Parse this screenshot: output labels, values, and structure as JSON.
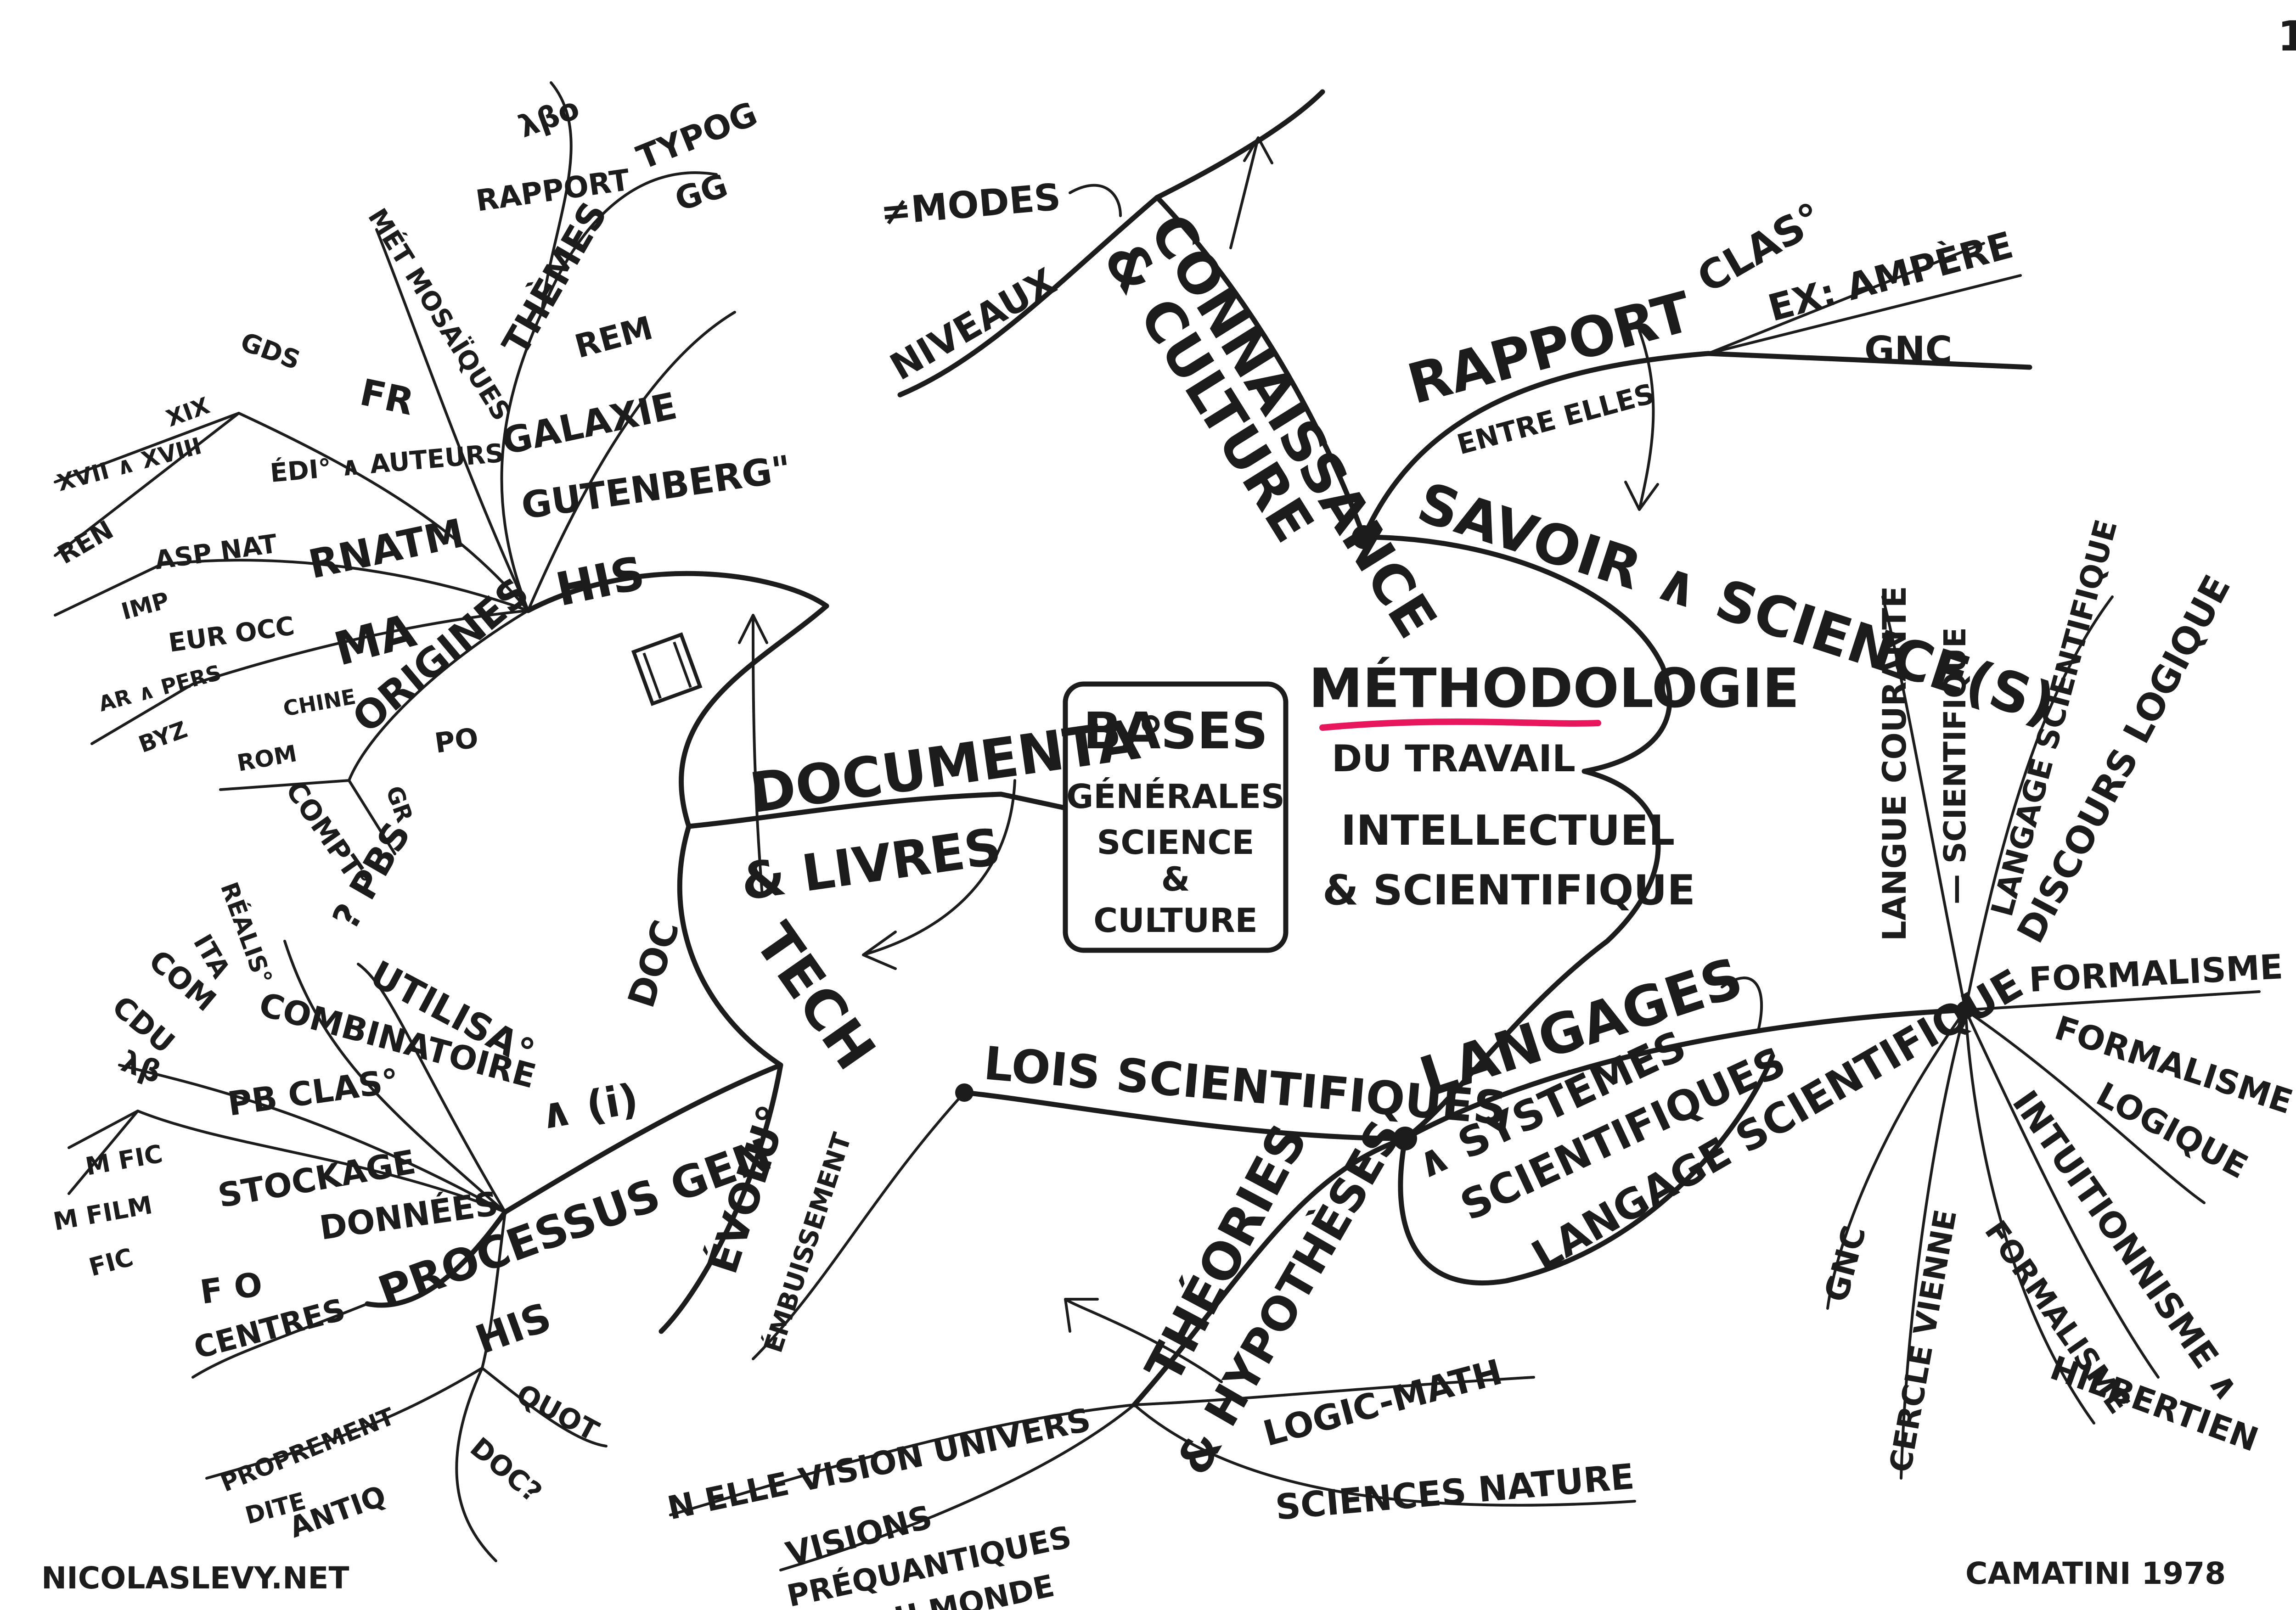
{
  "page_number": "1",
  "colors": {
    "ink": "#1c1c1c",
    "highlight": "#e8175d",
    "paper": "#ffffff"
  },
  "center": {
    "line1": "BASES",
    "line2": "GÉNÉRALES",
    "line3": "SCIENCE",
    "line4": "&",
    "line5": "CULTURE"
  },
  "methodologie": {
    "title": "MÉTHODOLOGIE",
    "line2": "DU TRAVAIL",
    "line3": "INTELLECTUEL",
    "line4": "& SCIENTIFIQUE"
  },
  "connaissance": {
    "title": "CONNAISSANCE",
    "title2": "& CULTURE",
    "modes": "≠MODES",
    "niveaux": "NIVEAUX"
  },
  "savoir": {
    "title": "SAVOIR ∧ SCIENCE(S)",
    "rapport": "RAPPORT",
    "entre": "ENTRE ELLES",
    "clas": "CLAS°",
    "ampere": "EX: AMPÈRE",
    "gnc": "GNC"
  },
  "doc": {
    "documenta": "DOCUMENTA°",
    "livres": "& LIVRES",
    "doc": "DOC",
    "tech": "TECH",
    "evolu": "ÉVOLU°"
  },
  "his_top": {
    "his": "HIS",
    "ma": "MA",
    "rnatm": "RNATM",
    "origines": "ORIGINES",
    "galaxie": "GALAXIE",
    "gutenberg": "GUTENBERG\"",
    "rem": "REM",
    "themes": "THÈMES",
    "metmosaiques": "MÉT MOSAÏQUES",
    "rapport": "RAPPORT",
    "typog": "TYPOG",
    "gg": "GG",
    "lbo": "λβo",
    "fr": "FR",
    "gds": "GDS",
    "edio": "ÉDI° ∧ AUTEURS",
    "xix": "XIX",
    "xvii": "XVII ∧ XVIII",
    "ren": "REN",
    "aspnat": "ASP NAT",
    "imp": "IMP",
    "eurocc": "EUR OCC",
    "arapers": "AR ∧ PERS",
    "byz": "BYZ",
    "chine": "CHINE",
    "po": "PO",
    "rom": "ROM",
    "gr": "GR"
  },
  "gen": {
    "processus": "PROCESSUS GEN",
    "info": "∧ (i)",
    "utilisa": "UTILISA°",
    "pbs": "? PBS",
    "compt": "COMPT°",
    "combinatoire": "COMBINATOIRE",
    "realiso": "RÉALIS°",
    "ita": "ITA",
    "com": "COM",
    "cdu": "CDU",
    "lb": "λβ",
    "pbclaso": "PB CLAS°",
    "stockage": "STOCKAGE",
    "mfic": "M FIC",
    "mfilm": "M FILM",
    "fic": "FIC",
    "donnees": "DONNÉES",
    "fo": "F O",
    "centres": "CENTRES",
    "his": "HIS",
    "proprement": "PROPREMENT",
    "dite": "DITE",
    "antiq": "ANTIQ",
    "quot": "QUOT",
    "doc": "DOC?"
  },
  "langages": {
    "title": "LANGAGES",
    "lois": "LOIS SCIENTIFIQUES",
    "embuissement": "ÉMBUISSEMENT",
    "systemes": "∧ SYSTÈMES",
    "scientifiques": "SCIENTIFIQUES",
    "langage_sci": "LANGAGE SCIENTIFIQUE",
    "theories": "THÉORIES",
    "hypotheses": "& HYPOTHÈSES",
    "logicomath": "LOGIC-MATH",
    "sciences_nature": "SCIENCES NATURE",
    "vision": "N ELLE VISION UNIVERS",
    "visions": "VISIONS",
    "prequantiques": "PRÉQUANTIQUES",
    "dumonde": "DU MONDE"
  },
  "langage_right": {
    "courante": "LANGUE COURANTE",
    "sci": "— SCIENTIFIQUE",
    "lang_sci": "LANGAGE SCIENTIFIQUE",
    "discours": "DISCOURS LOGIQUE",
    "formalisme": "FORMALISME",
    "form_logique": "FORMALISME",
    "logique": "LOGIQUE",
    "intuit": "INTUITIONNISME ∧",
    "form_hilb": "FORMALISME",
    "hilbertien": "HILBERTIEN",
    "cercle": "CERCLE VIENNE",
    "gnc": "GNC"
  },
  "footer": {
    "site": "NICOLASLEVY.NET",
    "credit": "CAMATINI 1978"
  }
}
